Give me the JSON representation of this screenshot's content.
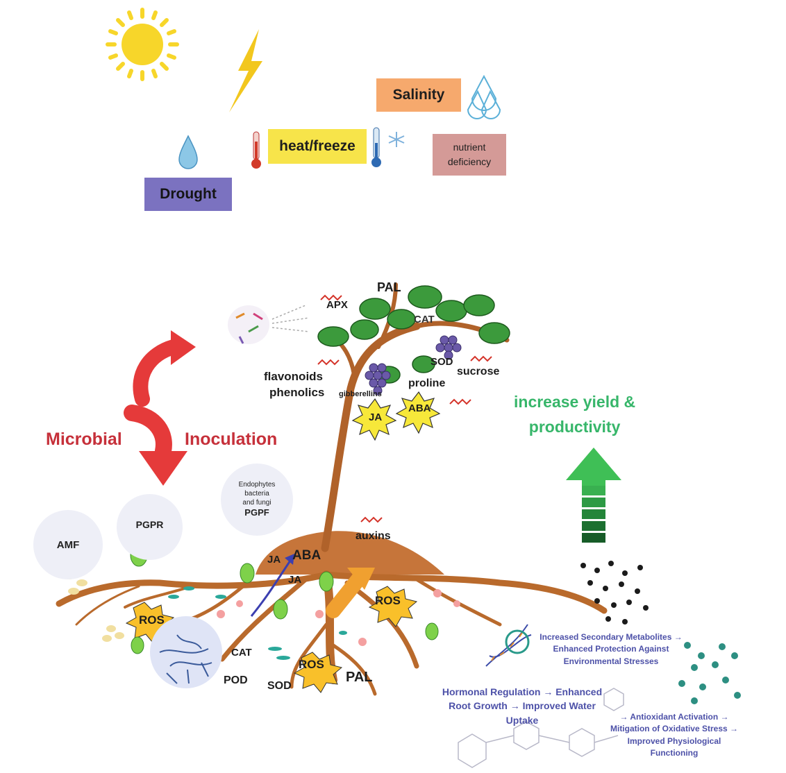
{
  "stressors": {
    "drought": "Drought",
    "heat_freeze": "heat/freeze",
    "salinity": "Salinity",
    "nutrient_line1": "nutrient",
    "nutrient_line2": "deficiency"
  },
  "microbes": {
    "amf": "AMF",
    "pgpr": "PGPR",
    "endophytes_line1": "Endophytes",
    "endophytes_line2": "bacteria",
    "endophytes_line3": "and fungi",
    "pgpf": "PGPF",
    "microbial": "Microbial",
    "inoculation": "Inoculation"
  },
  "plant_labels": {
    "apx": "APX",
    "pal_top": "PAL",
    "cat_top": "CAT",
    "sod_top": "SOD",
    "sucrose": "sucrose",
    "proline": "proline",
    "flavonoids": "flavonoids",
    "phenolics": "phenolics",
    "gibberellins": "gibberellins",
    "ja_burst": "JA",
    "aba_burst": "ABA",
    "auxins": "auxins",
    "ja_root1": "JA",
    "aba_root": "ABA",
    "ja_root2": "JA",
    "ros_left": "ROS",
    "ros_right": "ROS",
    "ros_bottom": "ROS",
    "cat_root": "CAT",
    "pod": "POD",
    "sod_root": "SOD",
    "pal_root": "PAL"
  },
  "outcome": {
    "yield_line1": "increase yield &",
    "yield_line2": "productivity"
  },
  "notes": {
    "secondary_line1": "Increased Secondary Metabolites →",
    "secondary_line2": "Enhanced Protection Against",
    "secondary_line3": "Environmental Stresses",
    "hormonal_line1": "Hormonal Regulation → Enhanced",
    "hormonal_line2": "Root Growth → Improved Water",
    "hormonal_line3": "Uptake",
    "antioxidant_line1": "→ Antioxidant Activation →",
    "antioxidant_line2": "Mitigation of Oxidative Stress →",
    "antioxidant_line3": "Improved Physiological",
    "antioxidant_line4": "Functioning"
  },
  "colors": {
    "sun": "#f7d62a",
    "lightning": "#f2c71e",
    "trunk": "#b0622a",
    "leaf": "#3c9a3c",
    "root": "#b96a2c",
    "mound": "#c6753a",
    "red_arrow": "#e53a3a",
    "green_arrow": "#3fbf56",
    "yield_text": "#37b66a",
    "microbial_text": "#c6303a",
    "note_text": "#4d51a8"
  }
}
